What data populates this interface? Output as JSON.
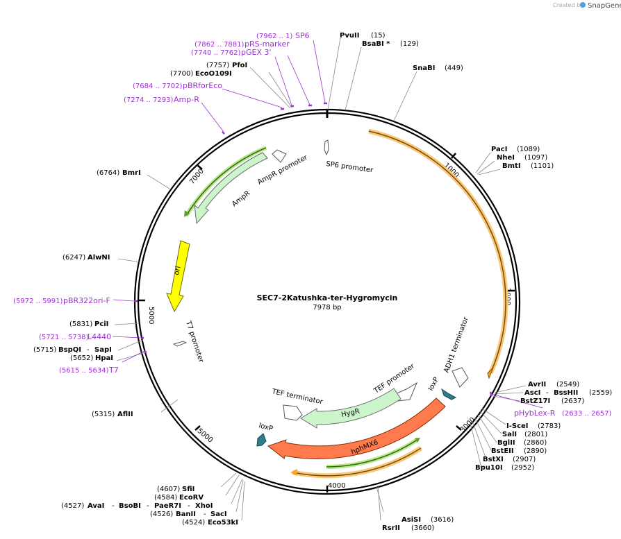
{
  "watermark": {
    "prefix": "Created by",
    "brand": "SnapGene"
  },
  "plasmid": {
    "name": "SEC7-2Katushka-ter-Hygromycin",
    "size": "7978 bp"
  },
  "ticks": {
    "t1000": "1000",
    "t2000": "2000",
    "t3000": "3000",
    "t4000": "4000",
    "t5000": "5000",
    "t6000": "5000",
    "t7000": "7000"
  },
  "features": {
    "sp6_promoter": "SP6 promoter",
    "ampr_promoter": "AmpR promoter",
    "ampr": "AmpR",
    "ori": "ori",
    "t7_promoter": "T7 promoter",
    "adh1_terminator": "ADH1 terminator",
    "tef_promoter": "TEF promoter",
    "tef_terminator": "TEF terminator",
    "hygr": "HygR",
    "loxp1": "loxP",
    "loxp2": "loxP",
    "hphmx6": "hphMX6"
  },
  "sites": {
    "pvuii": {
      "name": "PvuII",
      "pos": "(15)"
    },
    "bsabi": {
      "name": "BsaBI  *",
      "pos": "(129)"
    },
    "snabi": {
      "name": "SnaBI",
      "pos": "(449)"
    },
    "paci": {
      "name": "PacI",
      "pos": "(1089)"
    },
    "nhei": {
      "name": "NheI",
      "pos": "(1097)"
    },
    "bmti": {
      "name": "BmtI",
      "pos": "(1101)"
    },
    "avrii": {
      "name": "AvrII",
      "pos": "(2549)"
    },
    "asci": {
      "name": "AscI",
      "sep": "-",
      "name2": "BssHII",
      "pos": "(2559)"
    },
    "bstz17i": {
      "name": "BstZ17I",
      "pos": "(2637)"
    },
    "iscei": {
      "name": "I-SceI",
      "pos": "(2783)"
    },
    "sali": {
      "name": "SalI",
      "pos": "(2801)"
    },
    "bglii": {
      "name": "BglII",
      "pos": "(2860)"
    },
    "bsteii": {
      "name": "BstEII",
      "pos": "(2890)"
    },
    "bstxi": {
      "name": "BstXI",
      "pos": "(2907)"
    },
    "bpu10i": {
      "name": "Bpu10I",
      "pos": "(2952)"
    },
    "asisi": {
      "name": "AsiSI",
      "pos": "(3616)"
    },
    "rsrii": {
      "name": "RsrII",
      "pos": "(3660)"
    },
    "eco53ki": {
      "name": "Eco53kI",
      "pos": "(4524)"
    },
    "banii": {
      "name": "BanII",
      "sep": "-",
      "name2": "SacI",
      "pos": "(4526)"
    },
    "avai": {
      "name": "AvaI",
      "sep": "-",
      "name2": "BsoBI",
      "sep2": "-",
      "name3": "PaeR7I",
      "sep3": "-",
      "name4": "XhoI",
      "pos": "(4527)"
    },
    "ecorv": {
      "name": "EcoRV",
      "pos": "(4584)"
    },
    "sfii": {
      "name": "SfiI",
      "pos": "(4607)"
    },
    "afliii": {
      "name": "AflII",
      "pos": "(5315)"
    },
    "hpai": {
      "name": "HpaI",
      "pos": "(5652)"
    },
    "bspqi": {
      "name": "BspQI",
      "sep": "-",
      "name2": "SapI",
      "pos": "(5715)"
    },
    "pcii": {
      "name": "PciI",
      "pos": "(5831)"
    },
    "alwni": {
      "name": "AlwNI",
      "pos": "(6247)"
    },
    "bmri": {
      "name": "BmrI",
      "pos": "(6764)"
    },
    "ecoo109i": {
      "name": "EcoO109I",
      "pos": "(7700)"
    },
    "pfoi": {
      "name": "PfoI",
      "pos": "(7757)"
    }
  },
  "primers": {
    "sp6": {
      "name": "SP6",
      "pos": "(7962 .. 1)"
    },
    "prs_marker": {
      "name": "pRS-marker",
      "pos": "(7862 .. 7881)"
    },
    "pgex3": {
      "name": "pGEX 3'",
      "pos": "(7740 .. 7762)"
    },
    "pbrforeco": {
      "name": "pBRforEco",
      "pos": "(7684 .. 7702)"
    },
    "ampr": {
      "name": "Amp-R",
      "pos": "(7274 .. 7293)"
    },
    "pbr322ori": {
      "name": "pBR322ori-F",
      "pos": "(5972 .. 5991)"
    },
    "l4440": {
      "name": "L4440",
      "pos": "(5721 .. 5738)"
    },
    "t7": {
      "name": "T7",
      "pos": "(5615 .. 5634)"
    },
    "phyblex": {
      "name": "pHybLex-R",
      "pos": "(2633 .. 2657)"
    }
  },
  "colors": {
    "backbone": "#000000",
    "orange_feature": "#f5a623",
    "green_feature": "#5aa02c",
    "promoter_fill": "#ccf5cc",
    "ori_fill": "#ffff00",
    "hph_fill": "#ff7a4d",
    "loxp_fill": "#2e7d8a",
    "primer": "#9b30d0"
  }
}
